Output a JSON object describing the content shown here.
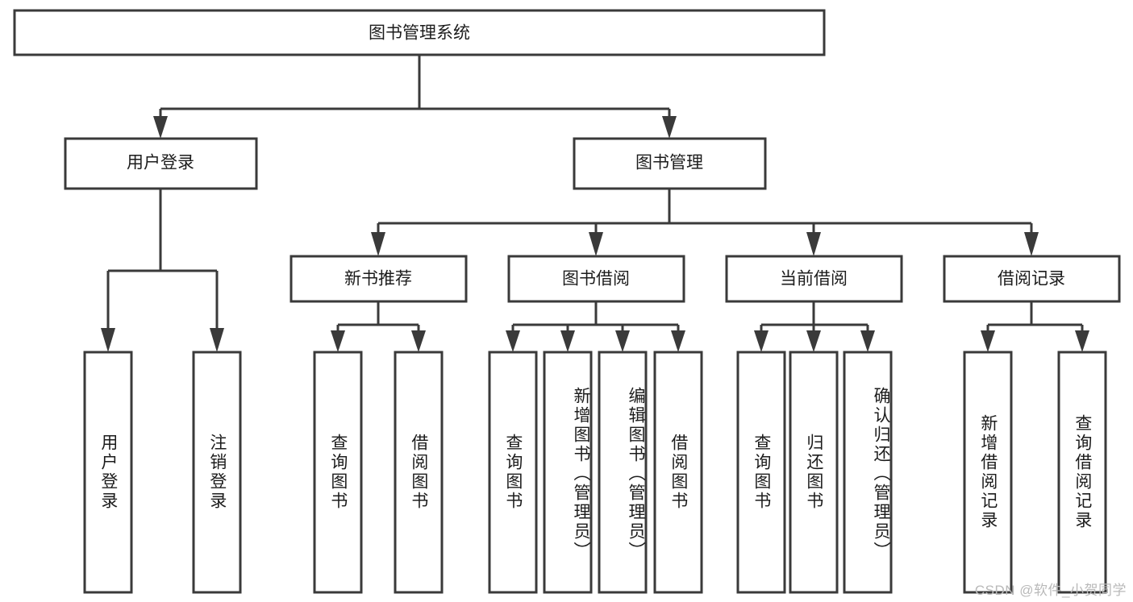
{
  "diagram": {
    "type": "tree",
    "title": "图书管理系统",
    "background_color": "#ffffff",
    "box_stroke_color": "#3a3a3a",
    "text_color": "#1c1c1c",
    "levels": {
      "root": {
        "label": "图书管理系统"
      },
      "level2": [
        {
          "label": "用户登录"
        },
        {
          "label": "图书管理"
        }
      ],
      "level3": [
        {
          "label": "新书推荐"
        },
        {
          "label": "图书借阅"
        },
        {
          "label": "当前借阅"
        },
        {
          "label": "借阅记录"
        }
      ]
    },
    "leaves": {
      "user_login": [
        {
          "label": "用户登录"
        },
        {
          "label": "注销登录"
        }
      ],
      "new_book_recommend": [
        {
          "label": "查询图书"
        },
        {
          "label": "借阅图书"
        }
      ],
      "book_borrow": [
        {
          "label": "查询图书"
        },
        {
          "label": "新增图书（管理员）"
        },
        {
          "label": "编辑图书（管理员）"
        },
        {
          "label": "借阅图书"
        }
      ],
      "current_borrow": [
        {
          "label": "查询图书"
        },
        {
          "label": "归还图书"
        },
        {
          "label": "确认归还（管理员）"
        }
      ],
      "borrow_record": [
        {
          "label": "新增借阅记录"
        },
        {
          "label": "查询借阅记录"
        }
      ]
    }
  },
  "watermark": {
    "text": "CSDN @软件_小贺同学"
  }
}
